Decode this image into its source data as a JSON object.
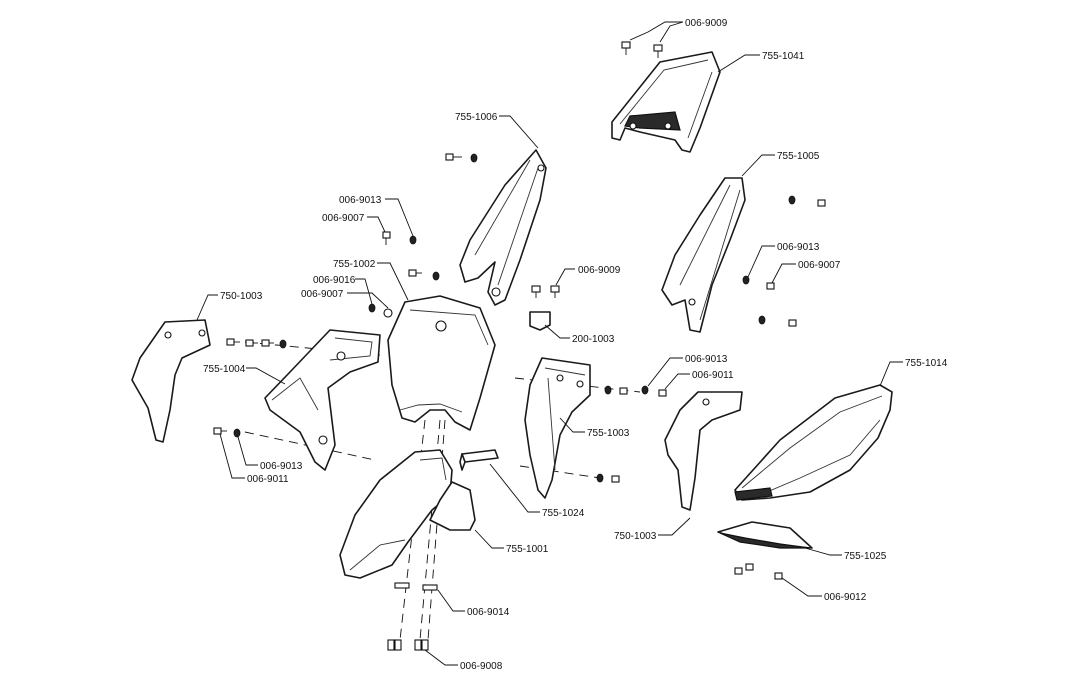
{
  "diagram": {
    "labels": {
      "l1": "006-9009",
      "l2": "755-1041",
      "l3": "755-1006",
      "l4": "755-1005",
      "l5": "006-9013",
      "l6": "006-9007",
      "l7": "006-9009",
      "l8": "755-1002",
      "l9": "006-9016",
      "l10": "006-9007",
      "l11": "006-9013",
      "l12": "006-9007",
      "l13": "750-1003",
      "l14": "200-1003",
      "l15": "006-9013",
      "l16": "006-9011",
      "l17": "755-1014",
      "l18": "755-1004",
      "l19": "755-1003",
      "l20": "006-9013",
      "l21": "006-9011",
      "l22": "755-1024",
      "l23": "750-1003",
      "l24": "755-1001",
      "l25": "755-1025",
      "l26": "006-9012",
      "l27": "006-9014",
      "l28": "006-9008"
    }
  }
}
